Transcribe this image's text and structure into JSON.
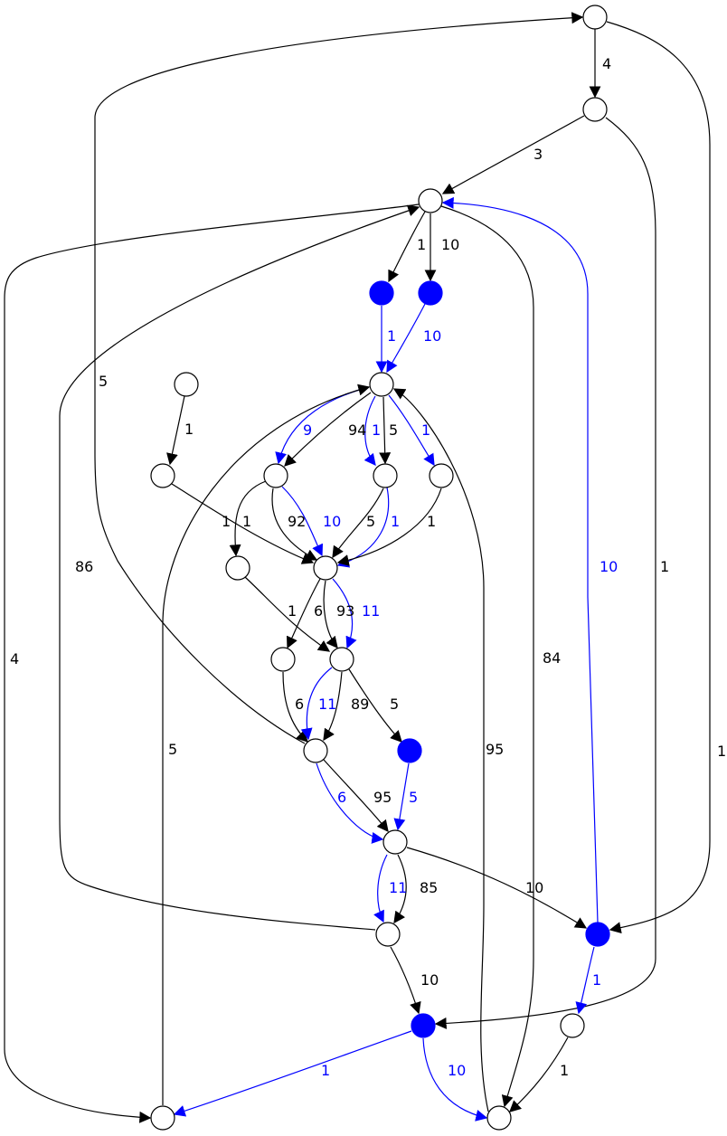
{
  "colors": {
    "default": "#000000",
    "highlight": "#0000ff",
    "node_fill": "#ffffff",
    "highlight_fill": "#0000ff"
  },
  "nodes": [
    {
      "id": "n_top",
      "highlight": false
    },
    {
      "id": "n_r1",
      "highlight": false
    },
    {
      "id": "n_r2",
      "highlight": false
    },
    {
      "id": "b_l",
      "highlight": true
    },
    {
      "id": "b_r",
      "highlight": true
    },
    {
      "id": "n_hub",
      "highlight": false
    },
    {
      "id": "n_iso",
      "highlight": false
    },
    {
      "id": "n_left",
      "highlight": false
    },
    {
      "id": "n_c1",
      "highlight": false
    },
    {
      "id": "n_c2",
      "highlight": false
    },
    {
      "id": "n_c3",
      "highlight": false
    },
    {
      "id": "n_sm",
      "highlight": false
    },
    {
      "id": "n_mid",
      "highlight": false
    },
    {
      "id": "n_l3",
      "highlight": false
    },
    {
      "id": "n_r3",
      "highlight": false
    },
    {
      "id": "n_c4",
      "highlight": false
    },
    {
      "id": "b_mid",
      "highlight": true
    },
    {
      "id": "n_c5",
      "highlight": false
    },
    {
      "id": "n_c6",
      "highlight": false
    },
    {
      "id": "b_right",
      "highlight": true
    },
    {
      "id": "b_bot",
      "highlight": true
    },
    {
      "id": "n_r4",
      "highlight": false
    },
    {
      "id": "n_bl",
      "highlight": false
    },
    {
      "id": "n_br",
      "highlight": false
    }
  ],
  "edges": [
    {
      "from": "n_top",
      "to": "n_r1",
      "label": "4",
      "highlight": false
    },
    {
      "from": "n_top",
      "to": "b_right",
      "label": "1",
      "highlight": false
    },
    {
      "from": "n_r1",
      "to": "n_r2",
      "label": "3",
      "highlight": false
    },
    {
      "from": "n_r1",
      "to": "b_bot",
      "label": "1",
      "highlight": false
    },
    {
      "from": "n_r2",
      "to": "b_l",
      "label": "1",
      "highlight": false
    },
    {
      "from": "n_r2",
      "to": "b_r",
      "label": "10",
      "highlight": false
    },
    {
      "from": "n_r2",
      "to": "n_br",
      "label": "84",
      "highlight": false
    },
    {
      "from": "n_r2",
      "to": "n_bl",
      "label": "4",
      "highlight": false
    },
    {
      "from": "b_l",
      "to": "n_hub",
      "label": "1",
      "highlight": true
    },
    {
      "from": "b_r",
      "to": "n_hub",
      "label": "10",
      "highlight": true
    },
    {
      "from": "n_hub",
      "to": "n_c1",
      "label": "94",
      "highlight": false
    },
    {
      "from": "n_hub",
      "to": "n_c1",
      "label": "9",
      "highlight": true
    },
    {
      "from": "n_hub",
      "to": "n_c2",
      "label": "1",
      "highlight": true
    },
    {
      "from": "n_hub",
      "to": "n_c2",
      "label": "5",
      "highlight": false
    },
    {
      "from": "n_hub",
      "to": "n_c3",
      "label": "1",
      "highlight": true
    },
    {
      "from": "n_iso",
      "to": "n_left",
      "label": "1",
      "highlight": false
    },
    {
      "from": "n_left",
      "to": "n_mid",
      "label": "1",
      "highlight": false
    },
    {
      "from": "n_c1",
      "to": "n_sm",
      "label": "1",
      "highlight": false
    },
    {
      "from": "n_c1",
      "to": "n_mid",
      "label": "92",
      "highlight": false
    },
    {
      "from": "n_c1",
      "to": "n_mid",
      "label": "10",
      "highlight": true
    },
    {
      "from": "n_c2",
      "to": "n_mid",
      "label": "5",
      "highlight": false
    },
    {
      "from": "n_c2",
      "to": "n_mid",
      "label": "1",
      "highlight": true
    },
    {
      "from": "n_c3",
      "to": "n_mid",
      "label": "1",
      "highlight": false
    },
    {
      "from": "n_sm",
      "to": "n_r3",
      "label": "1",
      "highlight": false
    },
    {
      "from": "n_mid",
      "to": "n_l3",
      "label": "6",
      "highlight": false
    },
    {
      "from": "n_mid",
      "to": "n_r3",
      "label": "93",
      "highlight": false
    },
    {
      "from": "n_mid",
      "to": "n_r3",
      "label": "11",
      "highlight": true
    },
    {
      "from": "n_l3",
      "to": "n_c4",
      "label": "6",
      "highlight": false
    },
    {
      "from": "n_r3",
      "to": "n_c4",
      "label": "11",
      "highlight": true
    },
    {
      "from": "n_r3",
      "to": "n_c4",
      "label": "89",
      "highlight": false
    },
    {
      "from": "n_r3",
      "to": "b_mid",
      "label": "5",
      "highlight": false
    },
    {
      "from": "n_c4",
      "to": "n_top",
      "label": "5",
      "highlight": false
    },
    {
      "from": "n_c4",
      "to": "n_c5",
      "label": "6",
      "highlight": true
    },
    {
      "from": "n_c4",
      "to": "n_c5",
      "label": "95",
      "highlight": false
    },
    {
      "from": "b_mid",
      "to": "n_c5",
      "label": "5",
      "highlight": true
    },
    {
      "from": "n_c5",
      "to": "n_c6",
      "label": "11",
      "highlight": true
    },
    {
      "from": "n_c5",
      "to": "n_c6",
      "label": "85",
      "highlight": false
    },
    {
      "from": "n_c5",
      "to": "b_right",
      "label": "10",
      "highlight": false
    },
    {
      "from": "n_c6",
      "to": "n_r2",
      "label": "86",
      "highlight": false
    },
    {
      "from": "n_c6",
      "to": "b_bot",
      "label": "10",
      "highlight": false
    },
    {
      "from": "b_right",
      "to": "n_r2",
      "label": "10",
      "highlight": true
    },
    {
      "from": "b_right",
      "to": "n_r4",
      "label": "1",
      "highlight": true
    },
    {
      "from": "b_bot",
      "to": "n_bl",
      "label": "1",
      "highlight": true
    },
    {
      "from": "b_bot",
      "to": "n_br",
      "label": "10",
      "highlight": true
    },
    {
      "from": "n_r4",
      "to": "n_br",
      "label": "1",
      "highlight": false
    },
    {
      "from": "n_bl",
      "to": "n_hub",
      "label": "5",
      "highlight": false
    },
    {
      "from": "n_br",
      "to": "n_hub",
      "label": "95",
      "highlight": false
    }
  ]
}
